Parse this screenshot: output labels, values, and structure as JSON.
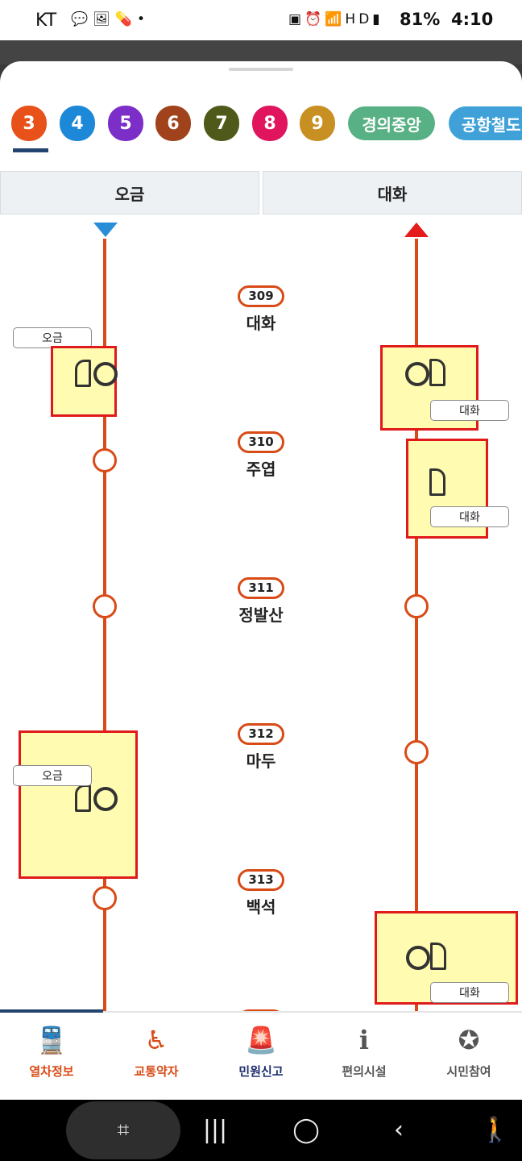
{
  "status_bar": {
    "carrier": "KT",
    "left_icons": [
      "kakao-talk-icon",
      "gallery-icon",
      "pill-icon",
      "dot-icon"
    ],
    "battery": "81%",
    "time": "4:10"
  },
  "lines": [
    {
      "label": "3",
      "color": "#E8521A",
      "active": true
    },
    {
      "label": "4",
      "color": "#1E88D8"
    },
    {
      "label": "5",
      "color": "#7C2FC8"
    },
    {
      "label": "6",
      "color": "#A0431D"
    },
    {
      "label": "7",
      "color": "#4F5A1A"
    },
    {
      "label": "8",
      "color": "#E0155E"
    },
    {
      "label": "9",
      "color": "#C89022"
    },
    {
      "label": "경의중앙",
      "color": "#58B184"
    },
    {
      "label": "공항철도",
      "color": "#3FA1D8"
    }
  ],
  "directions": {
    "left": "오금",
    "right": "대화"
  },
  "stations": [
    {
      "code": "309",
      "name": "대화"
    },
    {
      "code": "310",
      "name": "주엽"
    },
    {
      "code": "311",
      "name": "정발산"
    },
    {
      "code": "312",
      "name": "마두"
    },
    {
      "code": "313",
      "name": "백석"
    }
  ],
  "trains": {
    "left": [
      {
        "dest": "오금"
      },
      {
        "dest": "오금"
      }
    ],
    "right": [
      {
        "dest": "대화"
      },
      {
        "dest": "대화"
      },
      {
        "dest": "대화"
      }
    ]
  },
  "nav": [
    {
      "label": "열차정보",
      "icon": "train-icon",
      "color": "#D84B17",
      "active": true
    },
    {
      "label": "교통약자",
      "icon": "wheelchair-icon",
      "color": "#D84B17"
    },
    {
      "label": "민원신고",
      "icon": "siren-icon",
      "color": "#1E2F6E"
    },
    {
      "label": "편의시설",
      "icon": "info-icon",
      "color": "#555555"
    },
    {
      "label": "시민참여",
      "icon": "star-badge-icon",
      "color": "#555555"
    }
  ],
  "colors": {
    "accent": "#D84B17",
    "highlight": "#FFFBB0",
    "train_box_border": "#E01A1A",
    "down_arrow": "#2A8ED6",
    "up_arrow": "#E41C1C"
  }
}
